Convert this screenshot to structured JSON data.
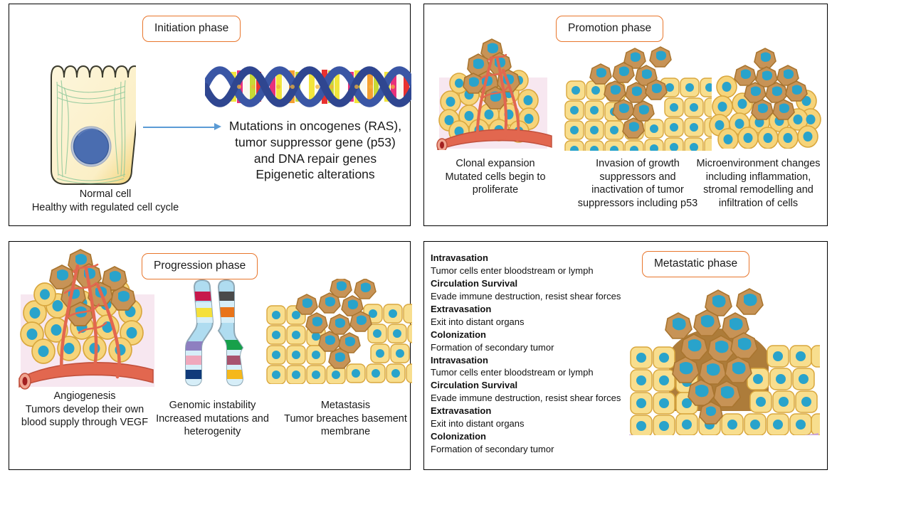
{
  "panels": {
    "initiation": {
      "phase_label": "Initiation phase",
      "cell_caption": "Normal  cell\nHealthy with regulated cell cycle",
      "mutation_text": "Mutations in oncogenes (RAS),\ntumor suppressor gene (p53)\nand DNA repair genes\nEpigenetic alterations",
      "icons": [
        "normal-epithelial-cell",
        "dna-double-helix",
        "right-arrow"
      ]
    },
    "promotion": {
      "phase_label": "Promotion  phase",
      "captions": [
        "Clonal expansion\nMutated  cells begin to\nproliferate",
        "Invasion of growth\nsuppressors and\ninactivation of tumor\nsuppressors including p53",
        "Microenvironment  changes\nincluding inflammation,\nstromal remodelling  and\ninfiltration of cells"
      ],
      "icons": [
        "tumor-mass-with-vessel",
        "epithelium-invasion",
        "tumor-cell-cluster"
      ]
    },
    "progression": {
      "phase_label": "Progression phase",
      "captions": [
        "Angiogenesis\nTumors develop their  own\nblood  supply through VEGF",
        "Genomic  instability\nIncreased mutations  and\nheterogenity",
        "Metastasis\nTumor  breaches basement\nmembrane"
      ],
      "icons": [
        "angiogenesis-tumor-vessel",
        "chromosome",
        "epithelium-breach"
      ]
    },
    "metastatic": {
      "phase_label": "Metastatic phase",
      "steps": [
        {
          "term": "Intravasation",
          "desc": "Tumor cells enter bloodstream or lymph"
        },
        {
          "term": "Circulation Survival",
          "desc": "Evade immune destruction, resist shear forces"
        },
        {
          "term": "Extravasation",
          "desc": "Exit into distant organs"
        },
        {
          "term": "Colonization",
          "desc": "Formation of secondary tumor"
        },
        {
          "term": "Intravasation",
          "desc": "Tumor cells enter bloodstream or lymph"
        },
        {
          "term": "Circulation Survival",
          "desc": "Evade immune destruction, resist shear forces"
        },
        {
          "term": "Extravasation",
          "desc": "Exit into distant organs"
        },
        {
          "term": "Colonization",
          "desc": "Formation of secondary tumor"
        }
      ],
      "icons": [
        "epithelium-metastasis"
      ]
    }
  },
  "colors": {
    "panel_border": "#000000",
    "phase_label_border": "#E8762C",
    "arrow": "#5B9BD5",
    "cell_yellow": "#F6D47A",
    "cell_yellow_dark": "#E9B84C",
    "nucleus_teal": "#29A3CB",
    "tumor_brown": "#C79356",
    "tumor_brown_dark": "#A9752F",
    "vessel_red": "#E2674F",
    "basement_purple": "#9B6FB0",
    "tissue_pink": "#F6E6F0",
    "dna_backbone": "#3A56A5",
    "chromosome_blue": "#AFDCF0",
    "normal_cell_fill": "#FBF0CC",
    "normal_cell_membrane": "#8CC79A",
    "normal_nucleus": "#4A6DB0"
  }
}
